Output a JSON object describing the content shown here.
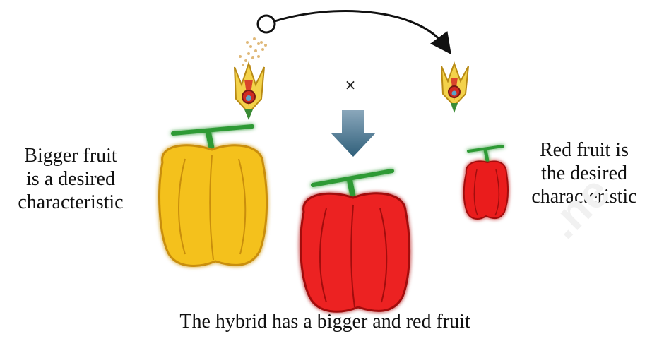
{
  "labels": {
    "left": "Bigger fruit\nis a desired\ncharacteristic",
    "right": "Red fruit is\nthe desired\ncharacteristic",
    "caption": "The hybrid has a bigger and red fruit",
    "cross": "×",
    "watermark": ".ne"
  },
  "colors": {
    "yellow_pepper": "#f2c21b",
    "red_pepper": "#e81c1c",
    "stem": "#2f9a35",
    "arrow": "#2f5f7a",
    "pollen": "#e6c48a"
  }
}
